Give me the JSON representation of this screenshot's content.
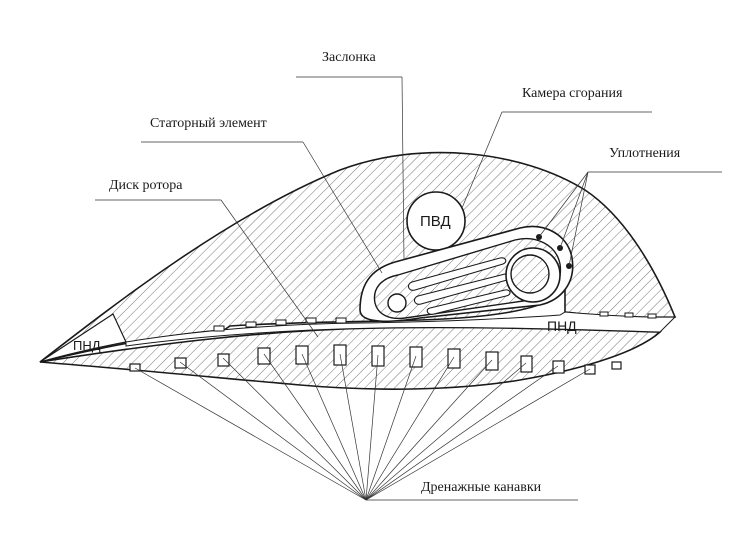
{
  "labels": {
    "zaslonka": "Заслонка",
    "kamera": "Камера сгорания",
    "stator": "Статорный элемент",
    "uplotneniya": "Уплотнения",
    "disk": "Диск ротора",
    "drenazh": "Дренажные канавки",
    "pvd": "ПВД",
    "pnd_left": "ПНД",
    "pnd_right": "ПНД"
  },
  "colors": {
    "line": "#1a1a1a",
    "hatch": "#555555",
    "background": "#ffffff"
  }
}
